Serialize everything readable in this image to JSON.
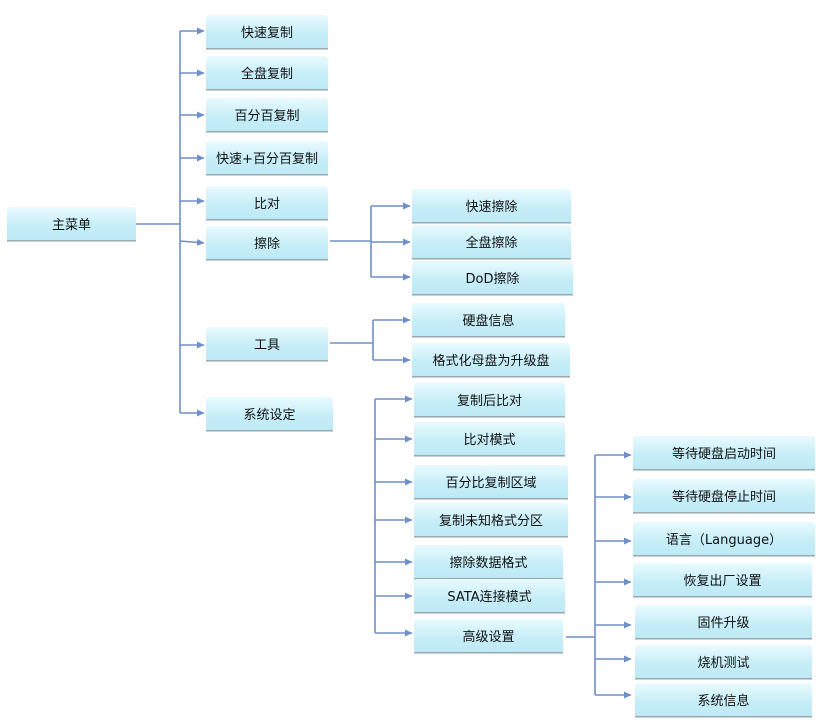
{
  "colors": {
    "connector": "#6f8fc8",
    "node_top": "#e9fbff",
    "node_bottom": "#bde9f5"
  },
  "root": {
    "label": "主菜单"
  },
  "level1": [
    {
      "id": "quick-copy",
      "label": "快速复制"
    },
    {
      "id": "full-disk-copy",
      "label": "全盘复制"
    },
    {
      "id": "percent-copy",
      "label": "百分百复制"
    },
    {
      "id": "quick-plus-percent-copy",
      "label": "快速+百分百复制"
    },
    {
      "id": "compare",
      "label": "比对"
    },
    {
      "id": "erase",
      "label": "擦除"
    },
    {
      "id": "tools",
      "label": "工具"
    },
    {
      "id": "system-settings",
      "label": "系统设定"
    }
  ],
  "erase_children": [
    {
      "id": "quick-erase",
      "label": "快速擦除"
    },
    {
      "id": "full-disk-erase",
      "label": "全盘擦除"
    },
    {
      "id": "dod-erase",
      "label": "DoD擦除"
    }
  ],
  "tools_children": [
    {
      "id": "disk-info",
      "label": "硬盘信息"
    },
    {
      "id": "format-master-upgrade",
      "label": "格式化母盘为升级盘"
    }
  ],
  "settings_children": [
    {
      "id": "compare-after-copy",
      "label": "复制后比对"
    },
    {
      "id": "compare-mode",
      "label": "比对模式"
    },
    {
      "id": "percent-copy-area",
      "label": "百分比复制区域"
    },
    {
      "id": "copy-unknown-partition",
      "label": "复制未知格式分区"
    },
    {
      "id": "erase-data-format",
      "label": "擦除数据格式"
    },
    {
      "id": "sata-connect-mode",
      "label": "SATA连接模式"
    },
    {
      "id": "advanced-settings",
      "label": "高级设置"
    }
  ],
  "advanced_children": [
    {
      "id": "disk-startup-wait",
      "label": "等待硬盘启动时间"
    },
    {
      "id": "disk-stop-wait",
      "label": "等待硬盘停止时间"
    },
    {
      "id": "language",
      "label": "语言（Language）"
    },
    {
      "id": "factory-reset",
      "label": "恢复出厂设置"
    },
    {
      "id": "firmware-upgrade",
      "label": "固件升级"
    },
    {
      "id": "burn-in-test",
      "label": "烧机测试"
    },
    {
      "id": "system-info",
      "label": "系统信息"
    }
  ]
}
